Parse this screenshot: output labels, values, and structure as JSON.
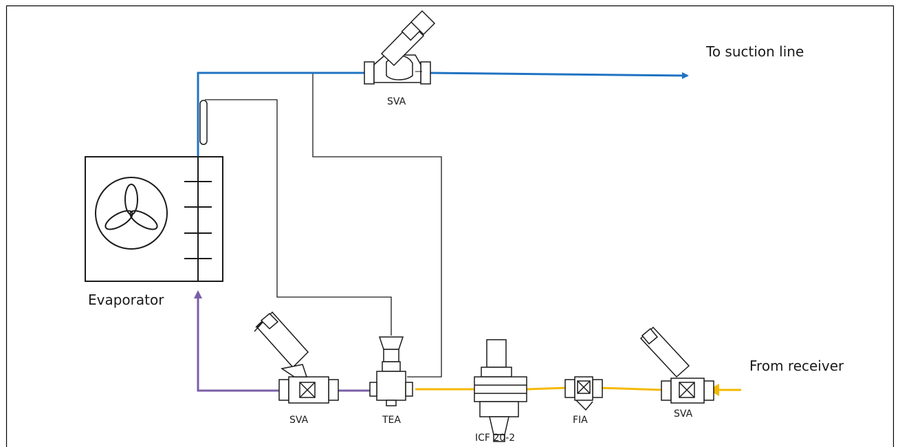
{
  "labels": {
    "suction": "To suction line",
    "receiver": "From receiver",
    "evaporator": "Evaporator",
    "sva_top": "SVA",
    "sva_left": "SVA",
    "tea": "TEA",
    "icf": "ICF 20-2",
    "fia": "FIA",
    "sva_right": "SVA"
  },
  "colors": {
    "suction_line": "#1f73c2",
    "liquid_line": "#f5b800",
    "evaporator_feed": "#7a5ea8",
    "control_line": "#1a1a1a"
  },
  "icons": {
    "evaporator": "evaporator-fan-icon",
    "sva": "stop-valve-icon",
    "tea": "thermostatic-expansion-valve-icon",
    "icf": "valve-station-icon",
    "fia": "filter-icon",
    "bulb": "sensor-bulb-icon"
  }
}
